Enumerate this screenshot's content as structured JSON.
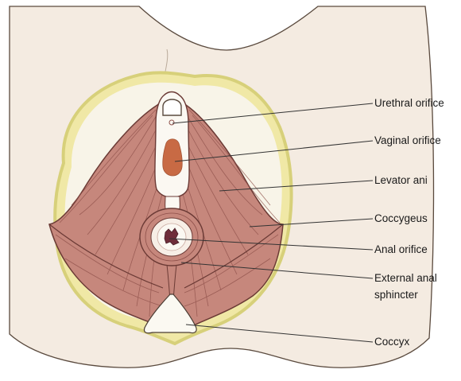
{
  "labels": {
    "urethral_orifice": "Urethral orifice",
    "vaginal_orifice": "Vaginal orifice",
    "levator_ani": "Levator ani",
    "coccygeus": "Coccygeus",
    "anal_orifice": "Anal orifice",
    "external_anal_sphincter_line1": "External anal",
    "external_anal_sphincter_line2": "sphincter",
    "coccyx": "Coccyx"
  },
  "colors": {
    "skin": "#f4ebe1",
    "skin_outline": "#5a4a3e",
    "fat_layer": "#f0e8a6",
    "fat_border": "#d7d07a",
    "muscle": "#c6877c",
    "muscle_fibers": "#8d4f49",
    "muscle_outline": "#6b3a35",
    "cavity_white": "#fbf8f2",
    "vaginal_orifice": "#c86a44",
    "anal_orifice": "#6e2d3a",
    "bone": "#fbf9f2",
    "leader_line": "#333333"
  }
}
